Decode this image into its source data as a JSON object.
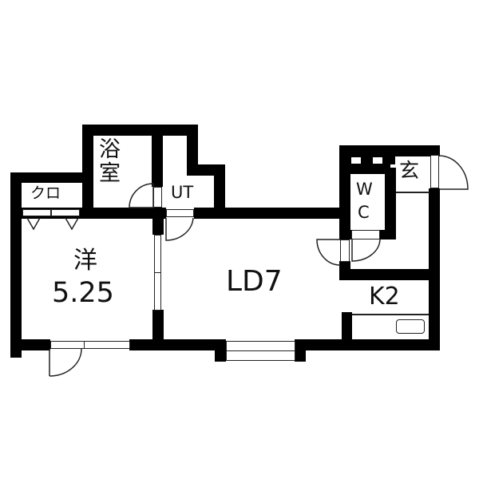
{
  "floorplan": {
    "rooms": {
      "western_room": {
        "name": "洋",
        "size": "5.25"
      },
      "closet": {
        "name": "クロ"
      },
      "bath": {
        "line1": "浴",
        "line2": "室"
      },
      "utility": {
        "name": "UT"
      },
      "living_dining": {
        "name": "LD7"
      },
      "toilet": {
        "line1": "W",
        "line2": "C"
      },
      "entrance": {
        "name": "玄"
      },
      "kitchen": {
        "name": "K2"
      }
    },
    "colors": {
      "wall": "#000000",
      "background": "#ffffff",
      "line": "#222222"
    }
  }
}
